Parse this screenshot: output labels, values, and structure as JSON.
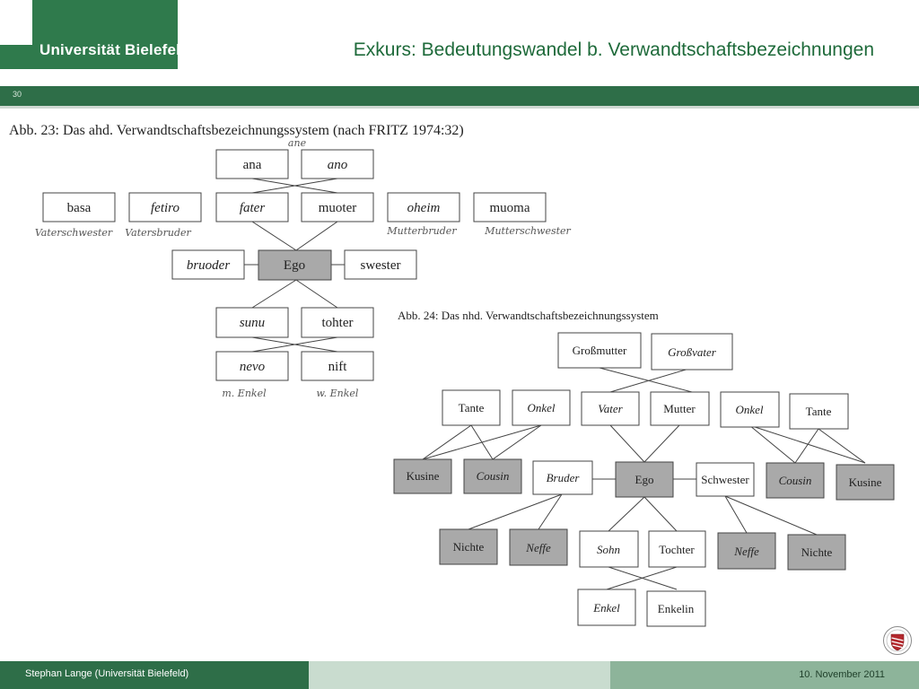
{
  "header": {
    "logo_text": "Universität Bielefeld",
    "title": "Exkurs: Bedeutungswandel b. Verwandtschaftsbezeichnungen",
    "slide_number": "30"
  },
  "fig23": {
    "caption": "Abb. 23: Das ahd. Verwandtschaftsbezeichnungssystem (nach FRITZ 1974:32)",
    "ana": "ana",
    "ano": "ano",
    "basa": "basa",
    "fetiro": "fetiro",
    "fater": "fater",
    "muoter": "muoter",
    "oheim": "oheim",
    "muoma": "muoma",
    "bruoder": "bruoder",
    "ego": "Ego",
    "swester": "swester",
    "sunu": "sunu",
    "tohter": "tohter",
    "nevo": "nevo",
    "nift": "nift",
    "notes": {
      "ane": "ane",
      "basa": "Vaterschwester",
      "fetiro": "Vatersbruder",
      "oheim": "Mutterbruder",
      "muoma": "Mutterschwester",
      "nevo": "m. Enkel",
      "nift": "w. Enkel"
    }
  },
  "fig24": {
    "caption": "Abb. 24: Das nhd. Verwandtschaftsbezeichnungssystem",
    "grossmutter": "Großmutter",
    "grossvater": "Großvater",
    "tante1": "Tante",
    "onkel1": "Onkel",
    "vater": "Vater",
    "mutter": "Mutter",
    "onkel2": "Onkel",
    "tante2": "Tante",
    "kusine1": "Kusine",
    "cousin1": "Cousin",
    "bruder": "Bruder",
    "ego": "Ego",
    "schwester": "Schwester",
    "cousin2": "Cousin",
    "kusine2": "Kusine",
    "nichte1": "Nichte",
    "neffe1": "Neffe",
    "sohn": "Sohn",
    "tochter": "Tochter",
    "neffe2": "Neffe",
    "nichte2": "Nichte",
    "enkel": "Enkel",
    "enkelin": "Enkelin"
  },
  "footer": {
    "author": "Stephan Lange (Universität Bielefeld)",
    "date": "10. November 2011"
  },
  "colors": {
    "brand_green": "#2f7a4c",
    "band_green": "#2e6e48",
    "title_green": "#1e6a3a",
    "box_gray": "#a9a9a9"
  }
}
